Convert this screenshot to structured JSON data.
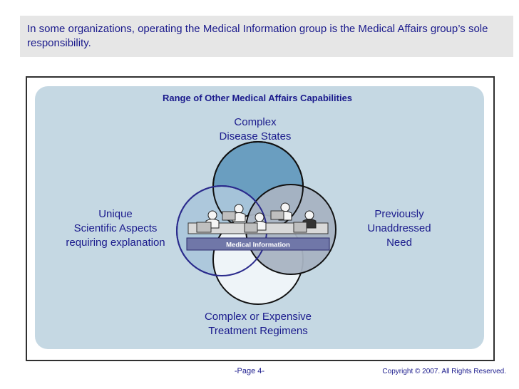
{
  "header": {
    "text": "In some organizations, operating the Medical Information group is the Medical Affairs group’s sole responsibility."
  },
  "diagram": {
    "title": "Range of  Other Medical Affairs Capabilities",
    "top_label": [
      "Complex",
      "Disease States"
    ],
    "left_label": [
      "Unique",
      "Scientific Aspects",
      "requiring explanation"
    ],
    "right_label": [
      "Previously",
      "Unaddressed",
      "Need"
    ],
    "bottom_label": [
      "Complex or Expensive",
      "Treatment Regimens"
    ],
    "center_label": "Medical Information",
    "colors": {
      "panel": "#c5d8e3",
      "top_circle": "#6a9ec0",
      "left_circle": "#aac7db",
      "right_circle": "#a8b3c2",
      "bottom_circle": "#eef4f8",
      "banner": "#7077a8"
    }
  },
  "footer": {
    "page": "-Page 4-",
    "copyright": "Copyright © 2007.  All Rights Reserved."
  }
}
